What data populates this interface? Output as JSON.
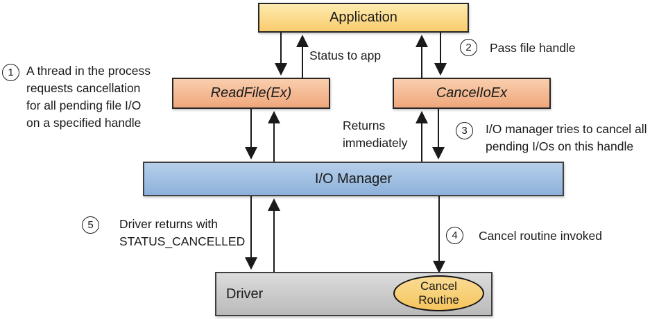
{
  "boxes": {
    "application": "Application",
    "readfile": "ReadFile(Ex)",
    "cancelioex": "CancelIoEx",
    "io_manager": "I/O Manager",
    "driver": "Driver",
    "cancel_routine": {
      "line1": "Cancel",
      "line2": "Routine"
    }
  },
  "edge_labels": {
    "status_to_app": "Status to app",
    "returns": {
      "line1": "Returns",
      "line2": "immediately"
    }
  },
  "notes": {
    "n1": {
      "num": "1",
      "lines": [
        "A thread in the process",
        "requests cancellation",
        "for all pending file I/O",
        "on a specified handle"
      ]
    },
    "n2": {
      "num": "2",
      "lines": [
        "Pass file handle"
      ]
    },
    "n3": {
      "num": "3",
      "lines": [
        "I/O manager tries to cancel all",
        "pending I/Os on this handle"
      ]
    },
    "n4": {
      "num": "4",
      "lines": [
        "Cancel routine invoked"
      ]
    },
    "n5": {
      "num": "5",
      "lines": [
        "Driver returns with",
        "STATUS_CANCELLED"
      ]
    }
  },
  "colors": {
    "application_top": "#FDEBB0",
    "application_bottom": "#FACC6C",
    "api_top": "#F9CEAE",
    "api_bottom": "#EFA77C",
    "io_manager_top": "#B6CFEA",
    "io_manager_bottom": "#8DB1DB",
    "driver_top": "#DCDCDC",
    "driver_bottom": "#BABABA",
    "cancel_routine_top": "#FBDC95",
    "cancel_routine_bottom": "#F5C55D",
    "border": "#262626",
    "arrow": "#1a1a1a"
  }
}
